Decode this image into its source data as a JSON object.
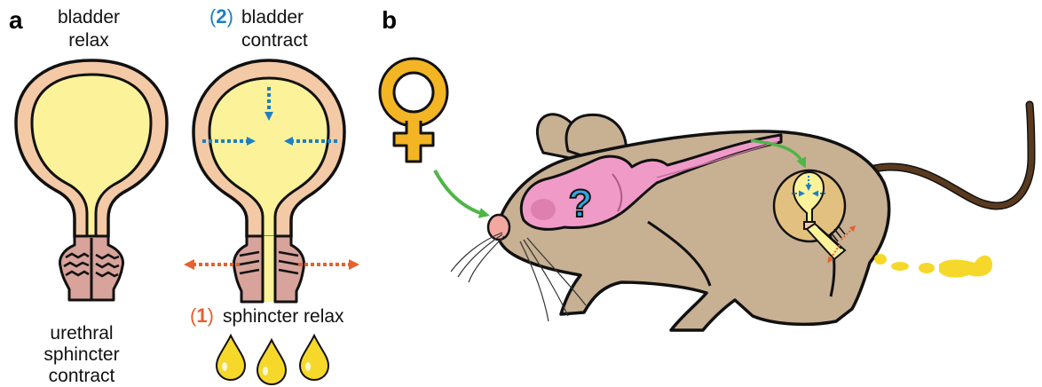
{
  "panel_a": {
    "letter": "a",
    "left_title_line1": "bladder",
    "left_title_line2": "relax",
    "right_title_num": "2",
    "right_title_line1": "bladder",
    "right_title_line2": "contract",
    "bottom_left_line1": "urethral",
    "bottom_left_line2": "sphincter",
    "bottom_left_line3": "contract",
    "bottom_right_num": "1",
    "bottom_right_text": "sphincter relax"
  },
  "panel_b": {
    "letter": "b",
    "question_mark": "?"
  },
  "colors": {
    "bladder_wall": "#f3c9a6",
    "bladder_fill": "#fbf29a",
    "sphincter": "#d7a39a",
    "urine": "#f6d82b",
    "mouse_body": "#c8b093",
    "brain": "#f09ac8",
    "female_symbol": "#f3b523",
    "blue_arrow": "#1e7fc2",
    "orange_arrow": "#e8602c",
    "green_arrow": "#4fb548"
  },
  "icons": [
    "female-symbol-icon",
    "urine-drop-icon"
  ]
}
